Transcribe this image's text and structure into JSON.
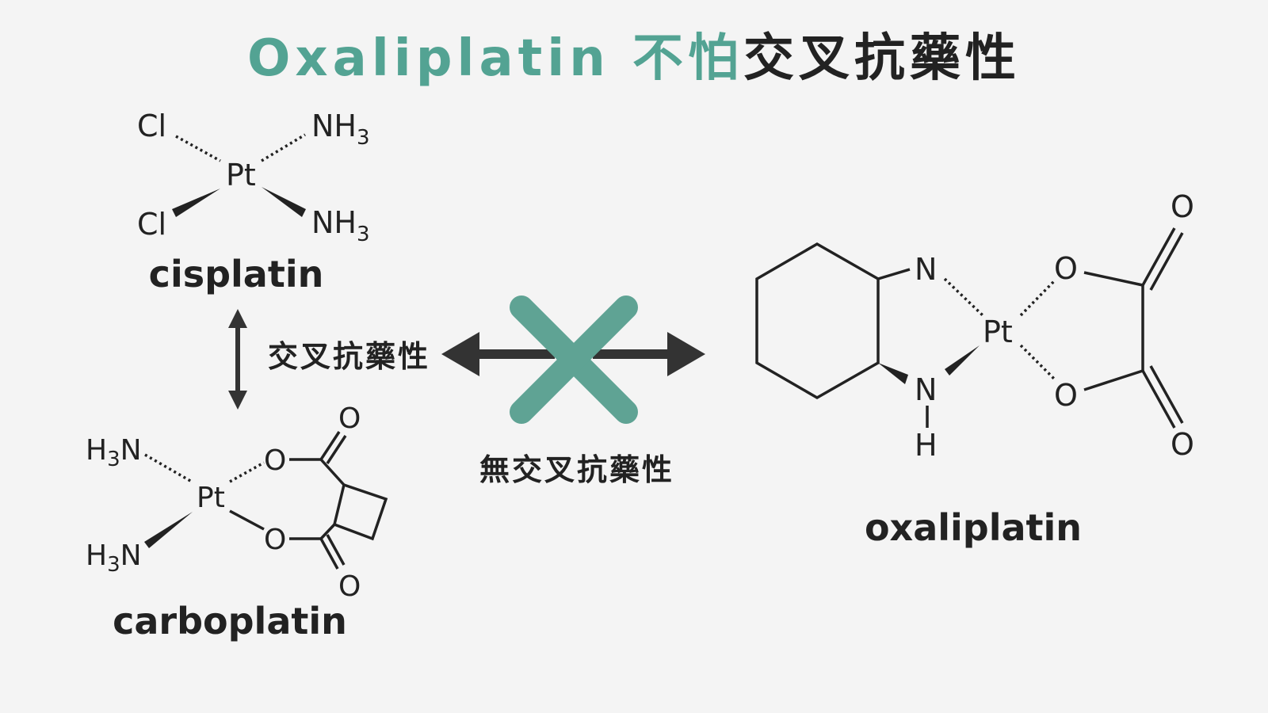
{
  "title": {
    "accent_text": "Oxaliplatin 不怕",
    "dark_text": "交叉抗藥性",
    "accent_color": "#53a393"
  },
  "cisplatin": {
    "name": "cisplatin",
    "center": "Pt",
    "ligands": [
      "Cl",
      "Cl",
      "NH",
      "NH"
    ],
    "subscript": "3"
  },
  "carboplatin": {
    "name": "carboplatin",
    "center": "Pt",
    "amine_prefix": "H",
    "amine_sub": "3",
    "amine_suffix": "N",
    "oxygen": "O"
  },
  "oxaliplatin": {
    "name": "oxaliplatin",
    "center": "Pt",
    "nitrogen": "N",
    "hydrogen": "H",
    "oxygen": "O"
  },
  "relations": {
    "cross_resistance": "交叉抗藥性",
    "no_cross_resistance": "無交叉抗藥性",
    "x_mark_color": "#5fa394",
    "arrow_color": "#333333"
  }
}
